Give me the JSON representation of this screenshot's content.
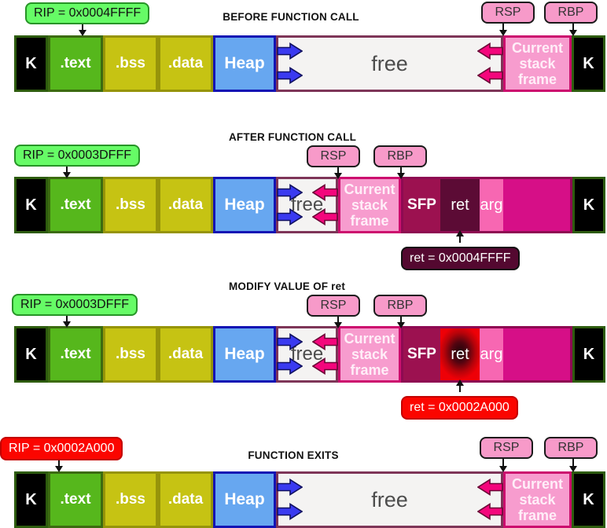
{
  "diagram": "stack buffer overflow / return address overwrite memory layout",
  "colors": {
    "text_segment": "#56b71c",
    "bss_data_segment": "#c6c313",
    "heap_segment": "#67a7f0",
    "free_segment": "#f4f3f2",
    "stack_frame_segment": "#f79cce",
    "kernel_segment": "#000000",
    "sfp_segment": "#9c1150",
    "ret_segment": "#5c0b35",
    "ret_segment_modified": "#ee0007",
    "arg_segment": "#f767b2",
    "old_frame_segment": "#d60f87",
    "rip_label_green": "#66fb66",
    "rip_label_red": "#fb0500",
    "pointer_label_pink": "#f79ac9",
    "ret_note_dark": "#540830",
    "ret_note_red": "#fb0500",
    "heap_arrow_blue": "#3a3af0",
    "stack_arrow_pink": "#f4067c"
  },
  "panels": [
    {
      "title": "BEFORE FUNCTION CALL",
      "rip": "RIP = 0x0004FFFF",
      "rsp": "RSP",
      "rbp": "RBP",
      "seg": {
        "k_left": "K",
        "text": ".text",
        "bss": ".bss",
        "data": ".data",
        "heap": "Heap",
        "free": "free",
        "frame": "Current stack frame",
        "k_right": "K"
      }
    },
    {
      "title": "AFTER FUNCTION CALL",
      "rip": "RIP = 0x0003DFFF",
      "rsp": "RSP",
      "rbp": "RBP",
      "seg": {
        "k_left": "K",
        "text": ".text",
        "bss": ".bss",
        "data": ".data",
        "heap": "Heap",
        "free": "free",
        "frame": "Current stack frame",
        "sfp": "SFP",
        "ret": "ret",
        "arg": "arg",
        "k_right": "K"
      },
      "ret_note": "ret = 0x0004FFFF"
    },
    {
      "title": "MODIFY VALUE OF ret",
      "rip": "RIP = 0x0003DFFF",
      "rsp": "RSP",
      "rbp": "RBP",
      "seg": {
        "k_left": "K",
        "text": ".text",
        "bss": ".bss",
        "data": ".data",
        "heap": "Heap",
        "free": "free",
        "frame": "Current stack frame",
        "sfp": "SFP",
        "ret": "ret",
        "arg": "arg",
        "k_right": "K"
      },
      "ret_note": "ret = 0x0002A000"
    },
    {
      "title": "FUNCTION EXITS",
      "rip": "RIP = 0x0002A000",
      "rsp": "RSP",
      "rbp": "RBP",
      "seg": {
        "k_left": "K",
        "text": ".text",
        "bss": ".bss",
        "data": ".data",
        "heap": "Heap",
        "free": "free",
        "frame": "Current stack frame",
        "k_right": "K"
      }
    }
  ]
}
